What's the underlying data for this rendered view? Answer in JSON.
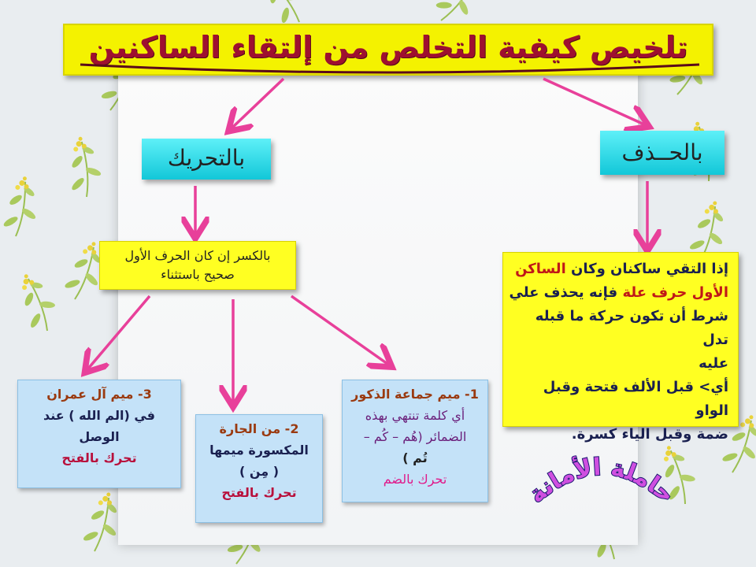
{
  "title": "تلخيص كيفية التخلص من إلتقاء الساكنين",
  "branch_left": "بالتحريك",
  "branch_right": "بالحــذف",
  "mid_box": {
    "line1": "بالكسر إن كان الحرف الأول",
    "line2": "صحيح باستثناء"
  },
  "right_box": {
    "p1_a": "إذا التقي ساكنان وكان ",
    "p1_b": "الساكن",
    "p2_a": "الأول حرف علة",
    "p2_b": " فإنه يحذف علي",
    "p3": "شرط أن تكون حركة ما قبله تدل",
    "p4": "عليه",
    "p5": "أي> قبل الألف فتحة وقبل الواو",
    "p6": "ضمة وقبل الياء كسرة."
  },
  "case1": {
    "l1": "1- ميم جماعة الذكور",
    "l2": "أي كلمة تنتهي بهذه",
    "l3": "الضمائر (هُم – كُم –",
    "l4": "تُم )",
    "l5": "تحرك بالضم"
  },
  "case2": {
    "l1": "2- من الجارة",
    "l2": "المكسورة ميمها",
    "l3": "( مِن )",
    "l4": "تحرك بالفتح"
  },
  "case3": {
    "l1": "3- ميم آل عمران",
    "l2": "في (الم الله ) عند",
    "l3": "الوصل",
    "l4": "تحرك بالفتح"
  },
  "stamp_text": "حاملة الأمانة",
  "colors": {
    "title_bg": "#f4f200",
    "title_text": "#9e1030",
    "cyan": "#12c7d8",
    "yellow": "#ffff22",
    "light_blue": "#c4e2f8",
    "arrow": "#e8409a"
  }
}
